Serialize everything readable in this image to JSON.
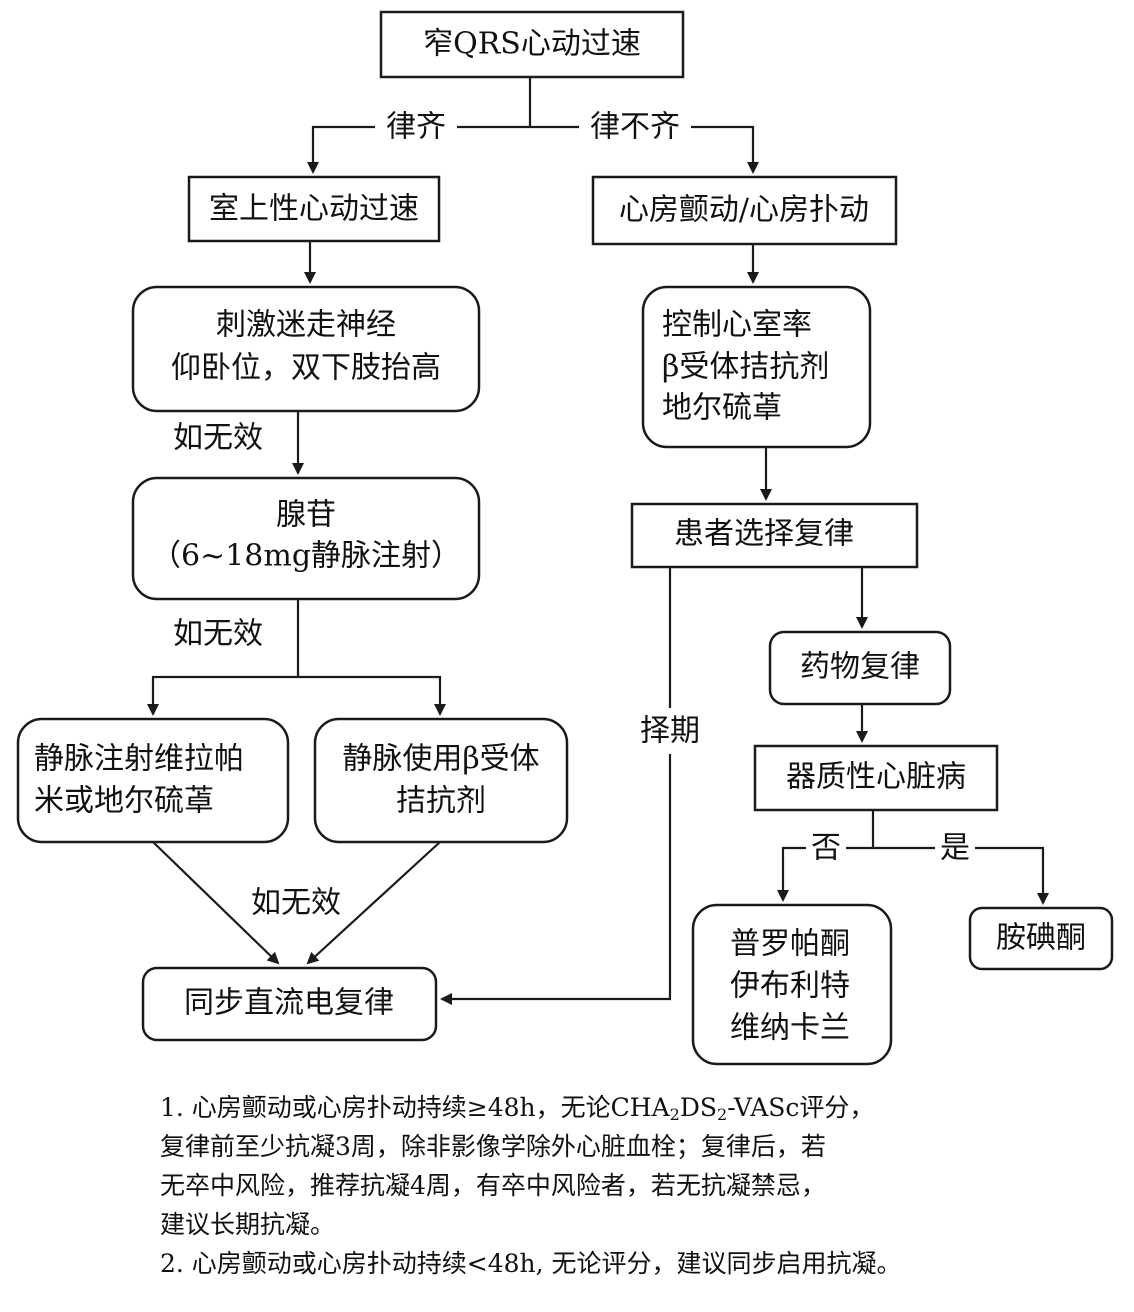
{
  "nodes": [
    {
      "id": "root",
      "lines": [
        "窄QRS心动过速"
      ]
    },
    {
      "id": "svt",
      "lines": [
        "室上性心动过速"
      ]
    },
    {
      "id": "af",
      "lines": [
        "心房颤动/心房扑动"
      ]
    },
    {
      "id": "vagal",
      "lines": [
        "刺激迷走神经",
        "仰卧位，双下肢抬高"
      ]
    },
    {
      "id": "rate",
      "lines": [
        "控制心室率",
        "β受体拮抗剂",
        "地尔硫䓬"
      ]
    },
    {
      "id": "adenosine",
      "lines": [
        "腺苷",
        "（6~18mg静脉注射）"
      ]
    },
    {
      "id": "choose",
      "lines": [
        "患者选择复律"
      ]
    },
    {
      "id": "drug",
      "lines": [
        "药物复律"
      ]
    },
    {
      "id": "verapamil",
      "lines": [
        "静脉注射维拉帕",
        "米或地尔硫䓬"
      ]
    },
    {
      "id": "beta",
      "lines": [
        "静脉使用β受体",
        "拮抗剂"
      ]
    },
    {
      "id": "heart",
      "lines": [
        "器质性心脏病"
      ]
    },
    {
      "id": "cardioversion",
      "lines": [
        "同步直流电复律"
      ]
    },
    {
      "id": "class1",
      "lines": [
        "普罗帕酮",
        "伊布利特",
        "维纳卡兰"
      ]
    },
    {
      "id": "amio",
      "lines": [
        "胺碘酮"
      ]
    }
  ],
  "edge_labels": {
    "regular": "律齐",
    "irregular": "律不齐",
    "fail1": "如无效",
    "fail2": "如无效",
    "fail3": "如无效",
    "elective": "择期",
    "no": "否",
    "yes": "是"
  },
  "notes": {
    "n1_l1_a": "1. 心房颤动或心房扑动持续≥48h，无论CHA",
    "n1_l1_s1": "2",
    "n1_l1_b": "DS",
    "n1_l1_s2": "2",
    "n1_l1_c": "-VASc评分，",
    "n1_l2": "复律前至少抗凝3周，除非影像学除外心脏血栓；复律后，若",
    "n1_l3": "无卒中风险，推荐抗凝4周，有卒中风险者，若无抗凝禁忌，",
    "n1_l4": "建议长期抗凝。",
    "n2": "2. 心房颤动或心房扑动持续<48h, 无论评分，建议同步启用抗凝。"
  }
}
